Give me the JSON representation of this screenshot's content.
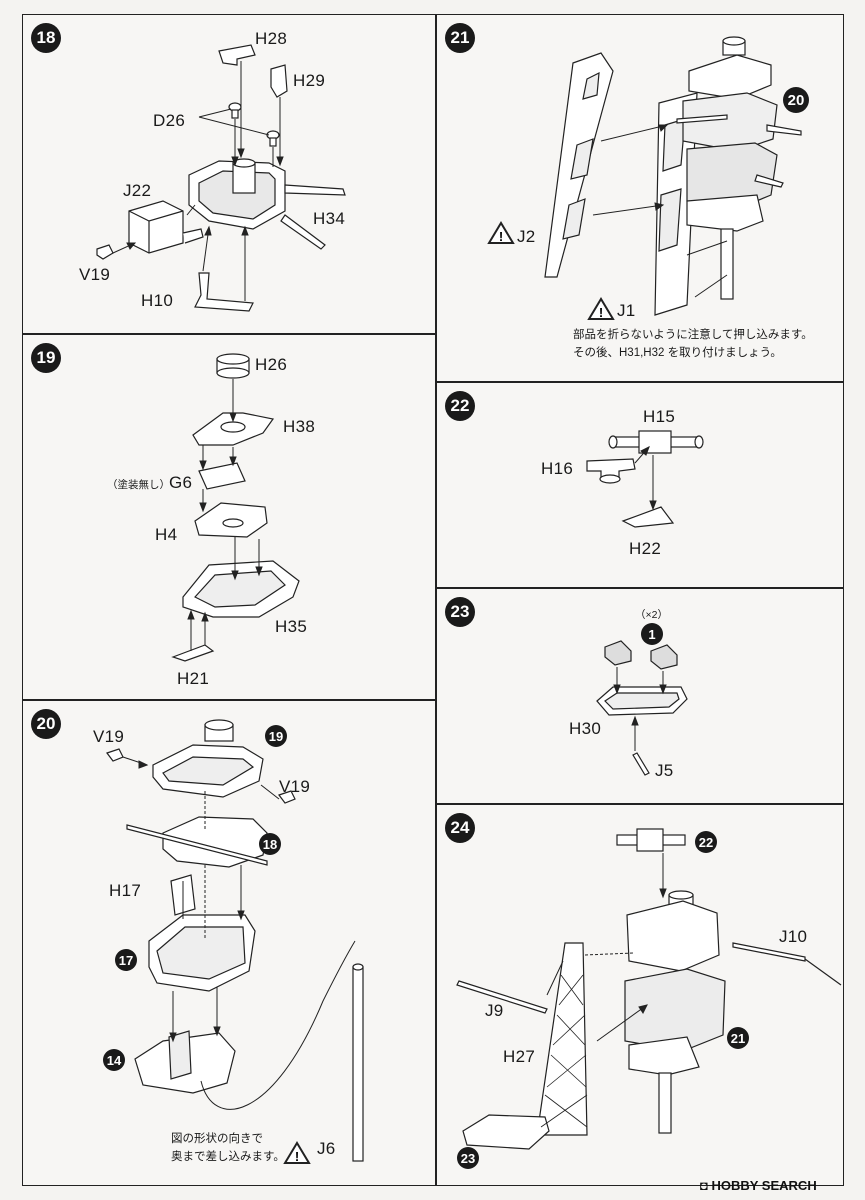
{
  "steps": {
    "s18": {
      "num": "18",
      "parts": [
        "H28",
        "H29",
        "D26",
        "J22",
        "H34",
        "V19",
        "H10"
      ]
    },
    "s19": {
      "num": "19",
      "parts": [
        "H26",
        "H38",
        "G6",
        "H4",
        "H35",
        "H21"
      ],
      "g6_note": "（塗装無し）"
    },
    "s20": {
      "num": "20",
      "parts": [
        "V19",
        "V19",
        "H17",
        "J6"
      ],
      "refs": [
        "19",
        "18",
        "17",
        "14"
      ],
      "note": [
        "図の形状の向きで",
        "奥まで差し込みます。"
      ]
    },
    "s21": {
      "num": "21",
      "parts": [
        "J2",
        "J1"
      ],
      "refs": [
        "20"
      ],
      "note": [
        "部品を折らないように注意して押し込みます。",
        "その後、H31,H32 を取り付けましょう。"
      ]
    },
    "s22": {
      "num": "22",
      "parts": [
        "H15",
        "H16",
        "H22"
      ]
    },
    "s23": {
      "num": "23",
      "parts": [
        "H30",
        "J5"
      ],
      "refs": [
        "1"
      ],
      "count": "（×2）"
    },
    "s24": {
      "num": "24",
      "parts": [
        "J10",
        "J9",
        "H27"
      ],
      "refs": [
        "22",
        "21",
        "23"
      ]
    }
  },
  "watermark": {
    "brand": "HOBBY SEARCH"
  }
}
